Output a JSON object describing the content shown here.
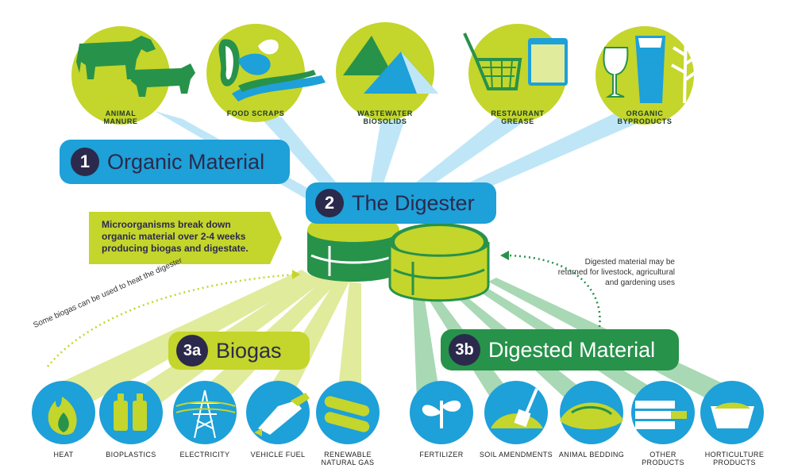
{
  "colors": {
    "lime": "#c4d52b",
    "blue": "#1ea0d8",
    "green": "#27924a",
    "navy": "#2b2a4c",
    "pale_blue": "#bfe6f7",
    "pale_lime": "#e0eb9c",
    "pale_green": "#a9d8b4"
  },
  "sources": [
    {
      "label": "Animal Manure",
      "icon": "cow-pig-icon"
    },
    {
      "label": "Food Scraps",
      "icon": "food-scraps-icon"
    },
    {
      "label": "Wastewater Biosolids",
      "icon": "biosolids-pile-icon"
    },
    {
      "label": "Restaurant Grease",
      "icon": "fryer-basket-icon"
    },
    {
      "label": "Organic Byproducts",
      "icon": "wine-beer-grain-icon"
    }
  ],
  "step1": {
    "number": "1",
    "title": "Organic Material"
  },
  "step2": {
    "number": "2",
    "title": "The Digester"
  },
  "step3a": {
    "number": "3a",
    "title": "Biogas"
  },
  "step3b": {
    "number": "3b",
    "title": "Digested Material"
  },
  "digester_note": "Microorganisms break down organic material over 2-4 weeks producing biogas and digestate.",
  "heat_note": "Some biogas can be used to heat the digester",
  "return_note": "Digested material may be returned for livestock, agricultural and gardening uses",
  "biogas_uses": [
    {
      "label": "Heat",
      "icon": "flame-icon"
    },
    {
      "label": "Bioplastics",
      "icon": "bottles-icon"
    },
    {
      "label": "Electricity",
      "icon": "power-tower-icon"
    },
    {
      "label": "Vehicle Fuel",
      "icon": "fuel-nozzle-icon"
    },
    {
      "label": "Renewable Natural Gas",
      "icon": "gas-pipeline-icon"
    }
  ],
  "digestate_uses": [
    {
      "label": "Fertilizer",
      "icon": "seedling-icon"
    },
    {
      "label": "Soil Amendments",
      "icon": "shovel-soil-icon"
    },
    {
      "label": "Animal Bedding",
      "icon": "bedding-icon"
    },
    {
      "label": "Other Products",
      "icon": "boards-icon"
    },
    {
      "label": "Horticulture Products",
      "icon": "planter-icon"
    }
  ]
}
